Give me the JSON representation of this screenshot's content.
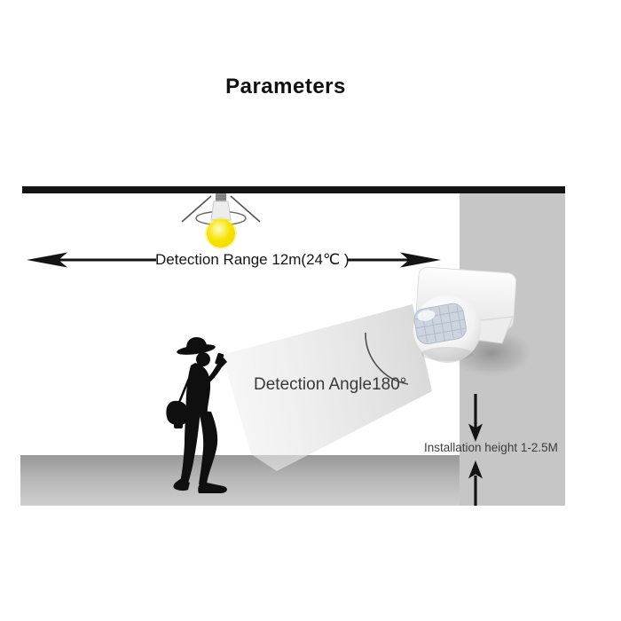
{
  "page": {
    "title": "Parameters"
  },
  "diagram": {
    "detection_range_label": "Detection Range 12m(24℃ )",
    "detection_angle_label": "Detection Angle180°",
    "installation_height_label": "Installation height 1-2.5M",
    "icons": {
      "lamp": "light-bulb-icon",
      "sensor": "pir-motion-sensor-icon",
      "person": "person-silhouette-icon",
      "range_arrow": "double-headed-arrow-icon",
      "height_arrows": "vertical-arrows-icon",
      "angle_arc": "angle-arc-icon"
    }
  },
  "colors": {
    "ink": "#141414",
    "bulb_yellow": "#f6e300",
    "lens_blue_gray": "#ccd4de",
    "wall_gray": "#c6c6c6",
    "floor_top": "#989898",
    "floor_bottom": "#cecece",
    "beam_gray": "#dcdcdc"
  }
}
